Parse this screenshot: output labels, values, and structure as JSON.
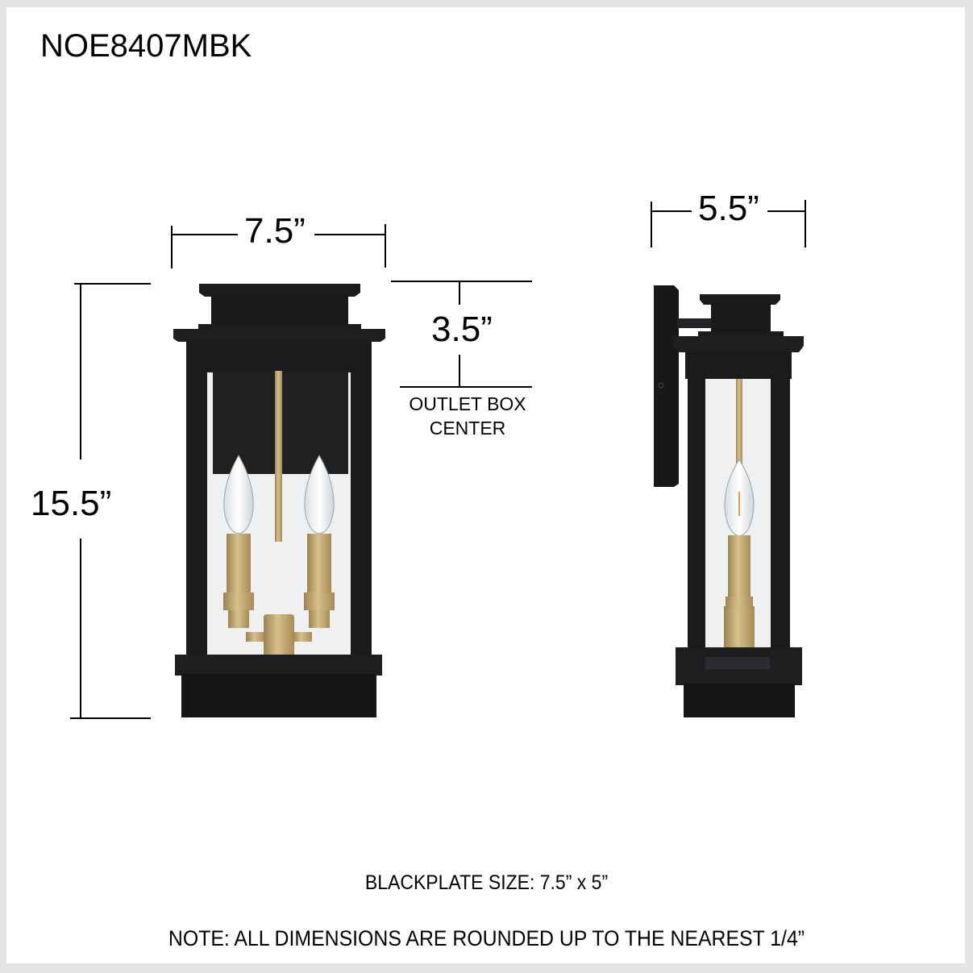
{
  "title": "NOE8407MBK",
  "front_view": {
    "width_label": "7.5”",
    "height_label": "15.5”",
    "outlet_offset_label": "3.5”",
    "outlet_caption_line1": "OUTLET BOX",
    "outlet_caption_line2": "CENTER",
    "bulb_count": 2
  },
  "side_view": {
    "depth_label": "5.5”",
    "bulb_count": 1
  },
  "footer": {
    "backplate": "BLACKPLATE SIZE: 7.5” x 5”",
    "note": "NOTE: ALL DIMENSIONS ARE ROUNDED UP TO THE NEAREST 1/4”"
  },
  "colors": {
    "frame": "#e4e4e4",
    "fixture_black": "#1b1c1e",
    "brass": "#c2a66c",
    "glass": "#eef0f1"
  }
}
